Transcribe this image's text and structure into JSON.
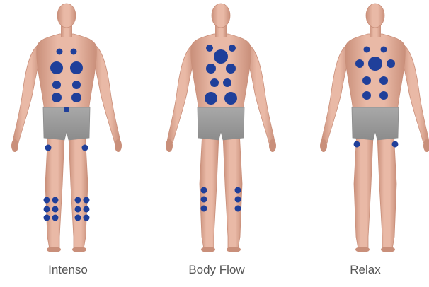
{
  "figures": [
    {
      "label": "Intenso"
    },
    {
      "label": "Body Flow"
    },
    {
      "label": "Relax"
    }
  ],
  "colors": {
    "skin": "#e9b9a6",
    "skin_shadow": "#c98f7a",
    "shorts": "#a8a8a8",
    "shorts_shadow": "#8c8c8c",
    "dot": "#1f3f9a",
    "caption": "#555555",
    "background": "#ffffff"
  }
}
